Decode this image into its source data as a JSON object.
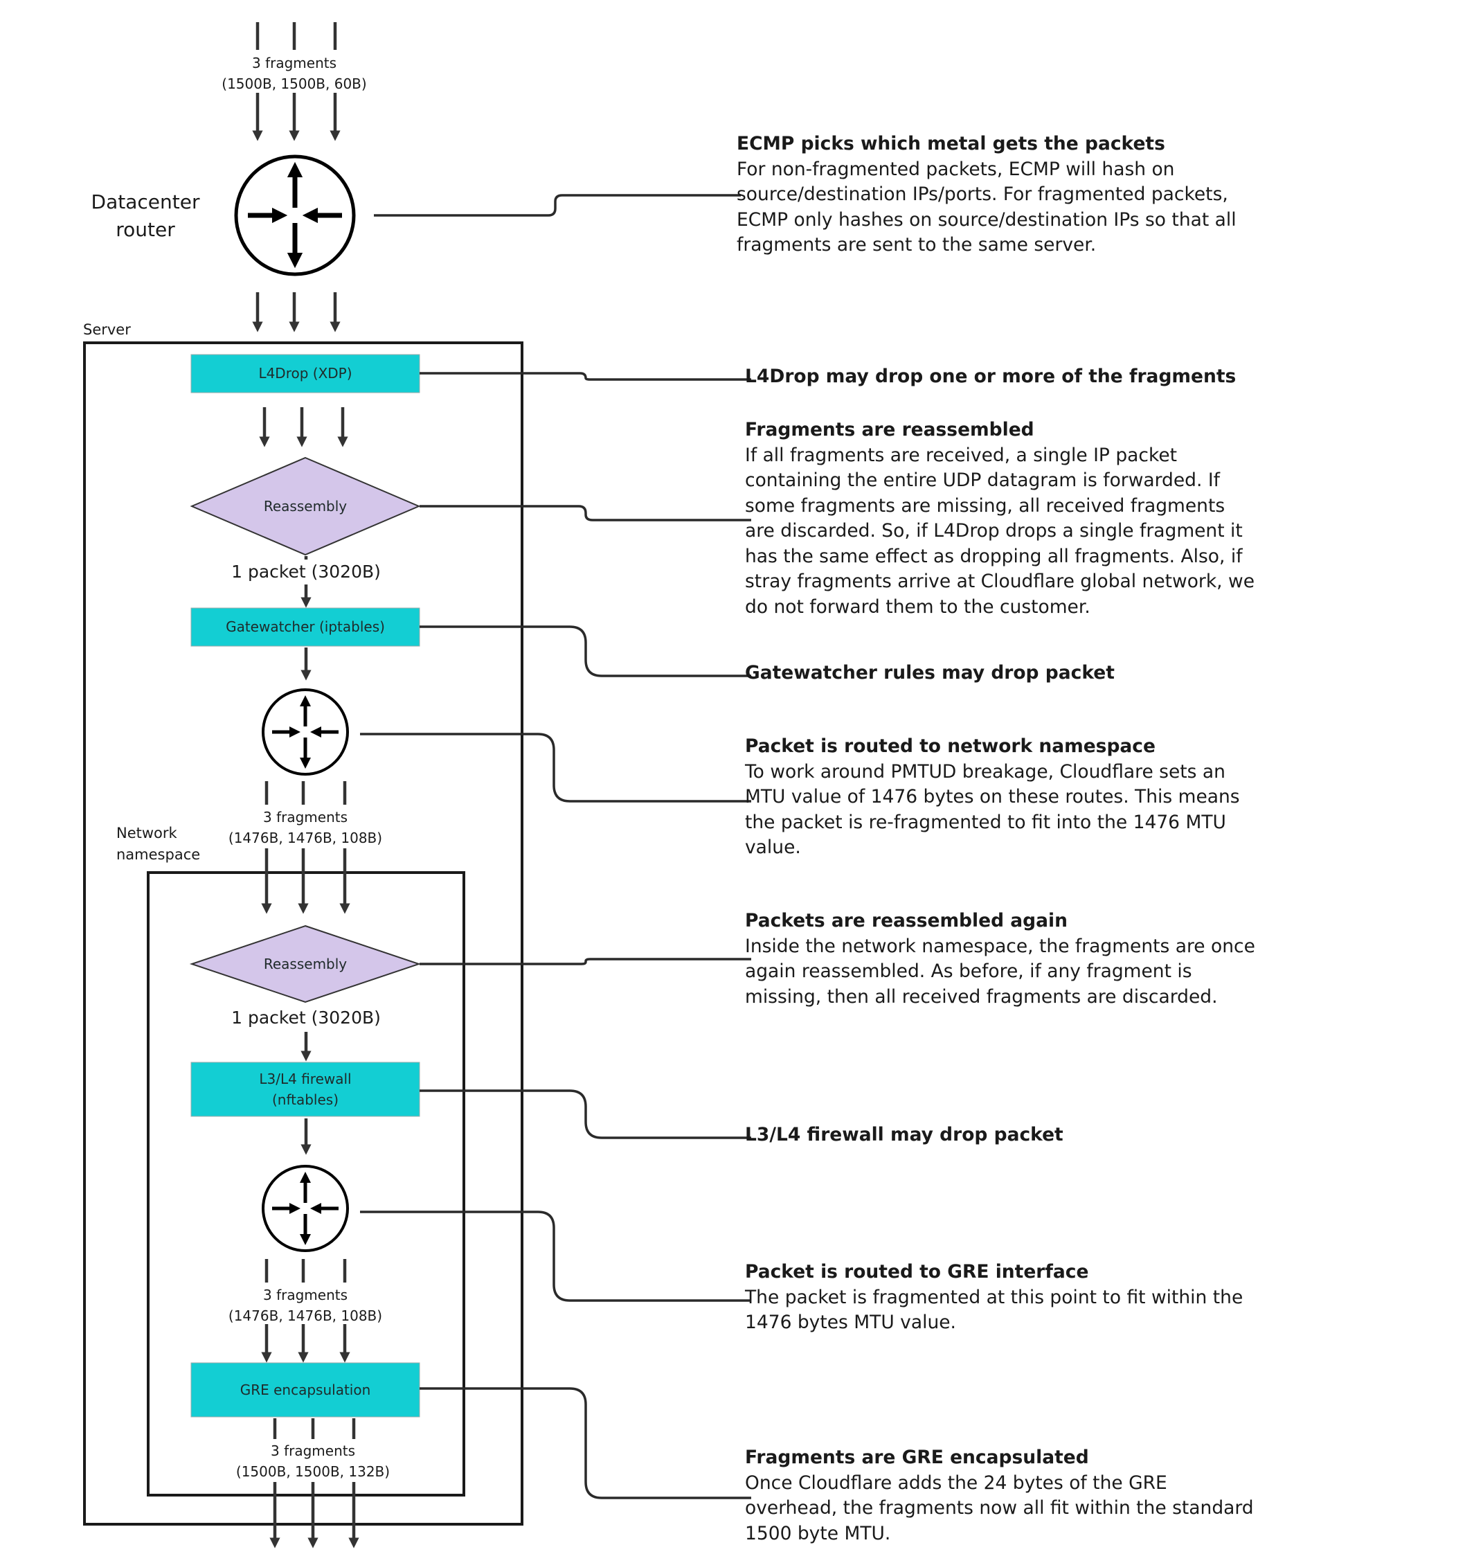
{
  "top_fragments": {
    "count": "3 fragments",
    "sizes": "(1500B, 1500B, 60B)"
  },
  "router_label": "Datacenter\nrouter",
  "server_label": "Server",
  "netns_label": "Network\nnamespace",
  "nodes": {
    "l4drop": "L4Drop (XDP)",
    "reassembly1": "Reassembly",
    "packet1": "1 packet (3020B)",
    "gatewatcher": "Gatewatcher (iptables)",
    "fragments2": {
      "count": "3 fragments",
      "sizes": "(1476B, 1476B, 108B)"
    },
    "reassembly2": "Reassembly",
    "packet2": "1 packet (3020B)",
    "firewall": "L3/L4 firewall\n(nftables)",
    "fragments3": {
      "count": "3 fragments",
      "sizes": "(1476B, 1476B, 108B)"
    },
    "gre": "GRE encapsulation",
    "fragments4": {
      "count": "3 fragments",
      "sizes": "(1500B, 1500B, 132B)"
    }
  },
  "descriptions": {
    "ecmp": {
      "heading": "ECMP picks which metal gets the packets",
      "body": "For non-fragmented packets, ECMP will hash on\nsource/destination IPs/ports. For fragmented packets,\nECMP only hashes on source/destination IPs so that all\nfragments are sent to the same server."
    },
    "l4drop": {
      "heading": "L4Drop may drop one or more of the fragments",
      "body": ""
    },
    "reassembled": {
      "heading": "Fragments are reassembled",
      "body": "If all fragments are received, a single IP packet\ncontaining the entire UDP datagram is forwarded. If\nsome fragments are missing, all received fragments\nare discarded. So, if L4Drop drops a single fragment it\nhas the same effect as dropping all fragments. Also, if\nstray fragments arrive at Cloudflare global network, we\ndo not forward them to the customer."
    },
    "gatewatcher": {
      "heading": "Gatewatcher rules may drop packet",
      "body": ""
    },
    "routed_netns": {
      "heading": "Packet is routed to network namespace",
      "body": "To work around PMTUD breakage, Cloudflare sets an\nMTU value of 1476 bytes on these routes. This means\nthe packet is re-fragmented to fit into the 1476 MTU\nvalue."
    },
    "reassembled_again": {
      "heading": "Packets are reassembled again",
      "body": "Inside the network namespace, the fragments are once\nagain reassembled. As before, if any fragment is\nmissing, then all received fragments are discarded."
    },
    "firewall": {
      "heading": "L3/L4 firewall may drop packet",
      "body": ""
    },
    "routed_gre": {
      "heading": "Packet is routed to GRE interface",
      "body": "The packet is fragmented at this point to fit within the\n1476 bytes MTU value."
    },
    "gre_encap": {
      "heading": "Fragments are GRE encapsulated",
      "body": "Once Cloudflare adds the 24 bytes of the GRE\noverhead, the fragments now all fit within the standard\n1500 byte MTU."
    }
  },
  "colors": {
    "process_box": "#13ced3",
    "decision": "#d4c6ea",
    "stroke": "#333333"
  },
  "icons": [
    "router-icon",
    "arrow-down-icon"
  ]
}
